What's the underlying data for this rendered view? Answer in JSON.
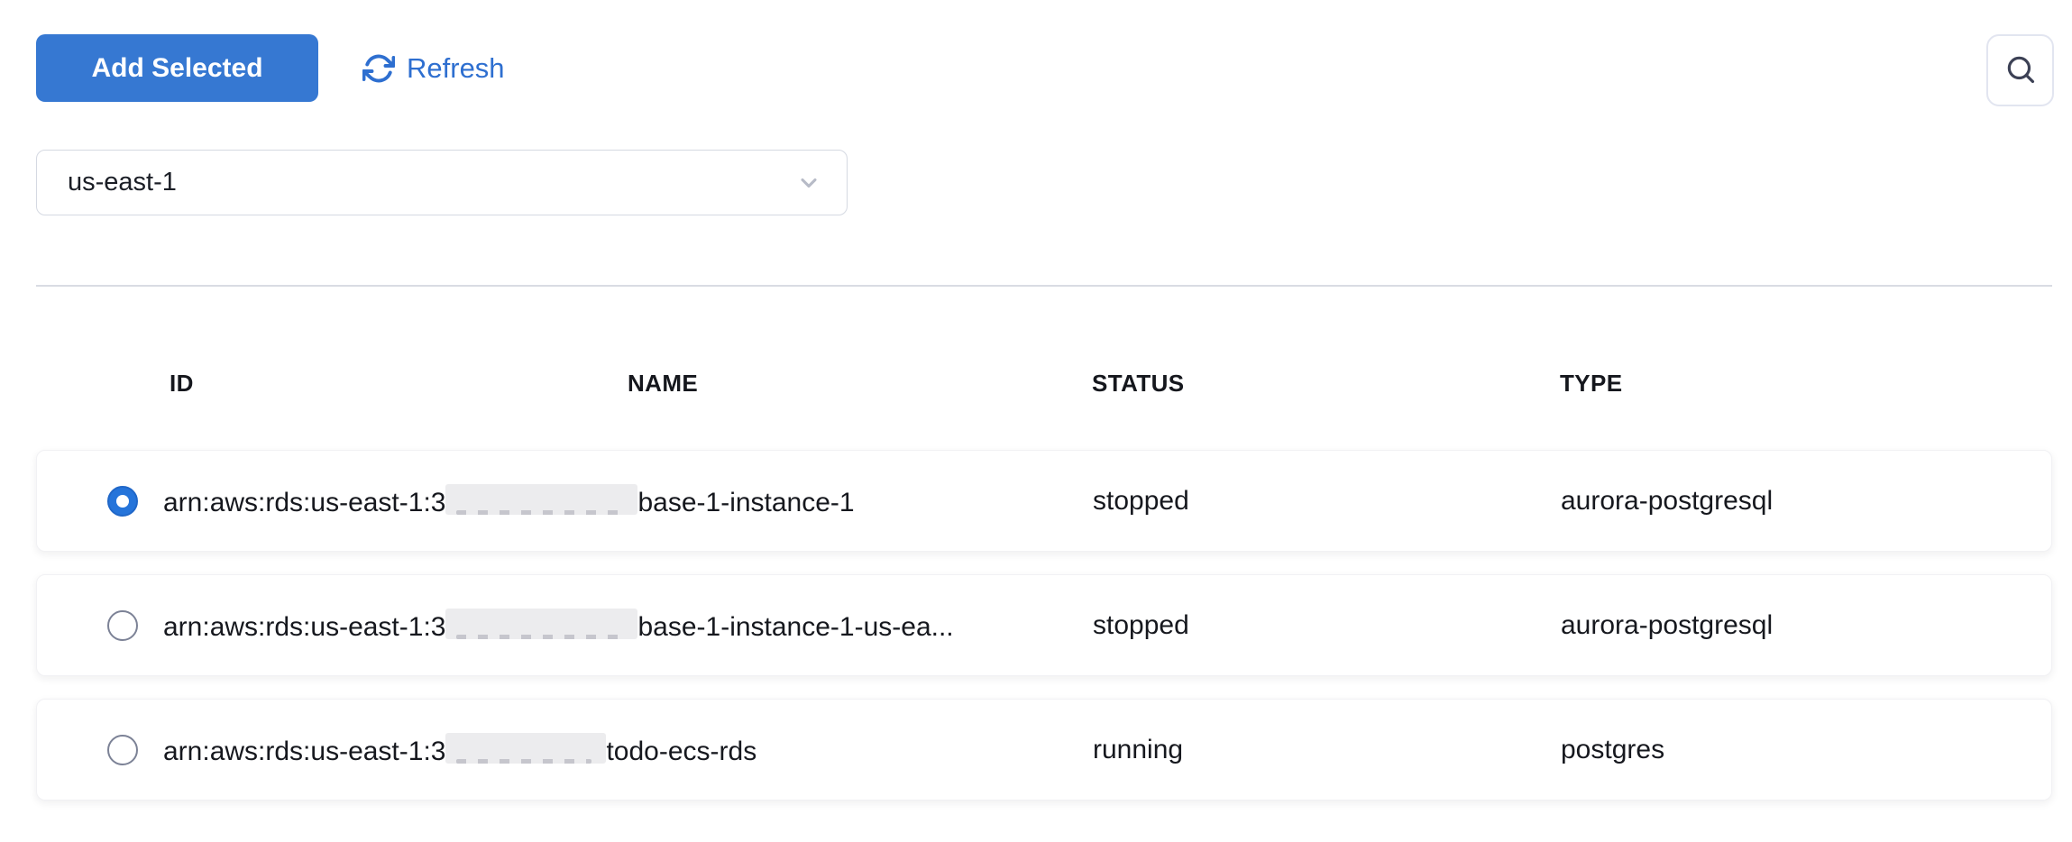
{
  "toolbar": {
    "add_selected_label": "Add Selected",
    "refresh_label": "Refresh"
  },
  "region_dropdown": {
    "value": "us-east-1"
  },
  "table": {
    "columns": {
      "id": "ID",
      "name": "NAME",
      "status": "STATUS",
      "type": "TYPE"
    },
    "rows": [
      {
        "selected": true,
        "id_prefix": "arn:aws:rds:us-east-1:3",
        "id_redacted": true,
        "id_suffix": "base-1-instance-1",
        "status": "stopped",
        "type": "aurora-postgresql"
      },
      {
        "selected": false,
        "id_prefix": "arn:aws:rds:us-east-1:3",
        "id_redacted": true,
        "id_suffix": "base-1-instance-1-us-ea...",
        "status": "stopped",
        "type": "aurora-postgresql"
      },
      {
        "selected": false,
        "id_prefix": "arn:aws:rds:us-east-1:3",
        "id_redacted": true,
        "id_suffix": "todo-ecs-rds",
        "status": "running",
        "type": "postgres"
      }
    ]
  },
  "colors": {
    "primary_button": "#3678d2",
    "refresh_link": "#2e6fd0",
    "radio_selected": "#2574da",
    "text": "#16181e",
    "divider": "#d9dce3",
    "redaction": "#ececee"
  }
}
